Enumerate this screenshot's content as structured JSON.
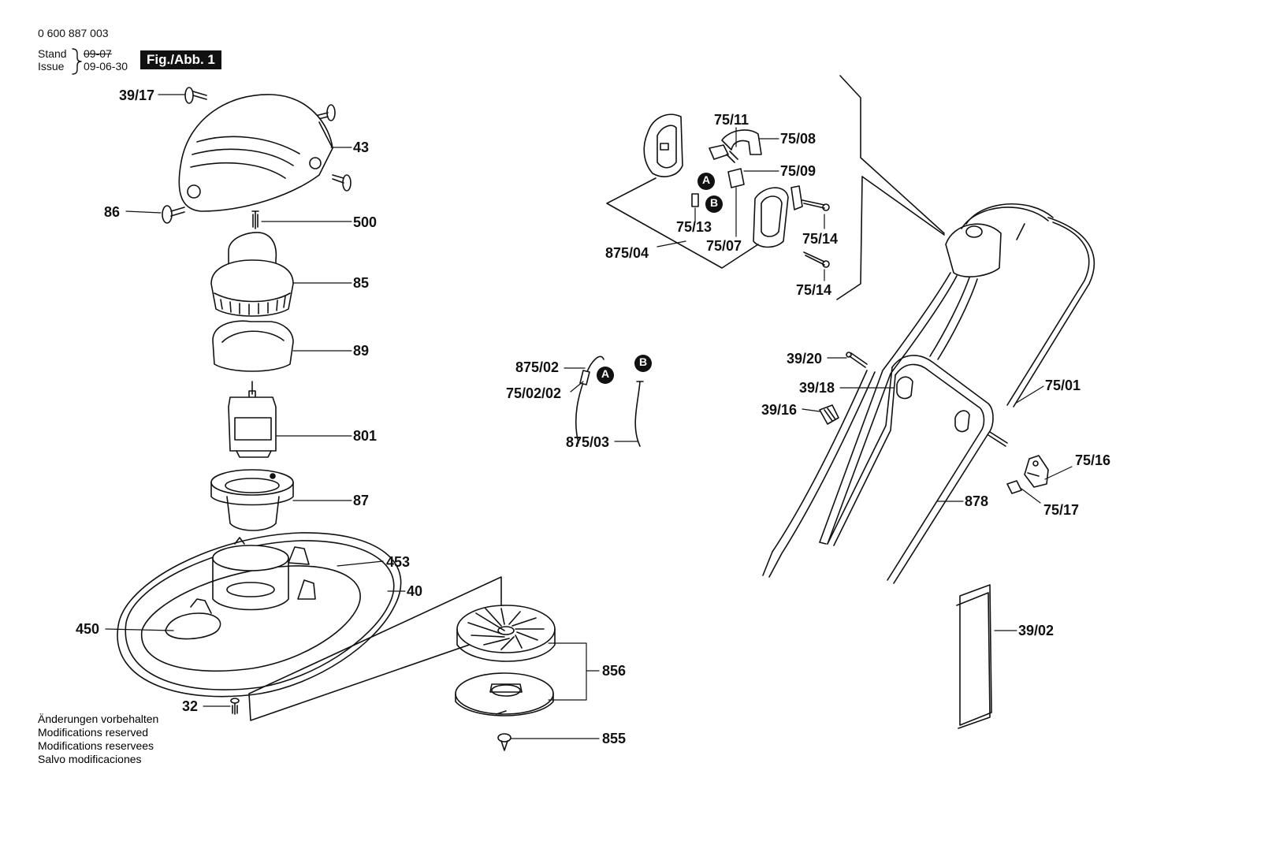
{
  "header": {
    "doc_number": "0 600 887 003",
    "stand_label": "Stand",
    "issue_label": "Issue",
    "stand_date": "09-07",
    "issue_date": "09-06-30",
    "figure_label": "Fig./Abb. 1"
  },
  "parts": {
    "p39_17": "39/17",
    "p43": "43",
    "p86": "86",
    "p500": "500",
    "p85": "85",
    "p89": "89",
    "p801": "801",
    "p87": "87",
    "p453": "453",
    "p40": "40",
    "p450": "450",
    "p32": "32",
    "p856": "856",
    "p855": "855",
    "p75_11": "75/11",
    "p75_08": "75/08",
    "p75_09": "75/09",
    "p75_13": "75/13",
    "p75_07": "75/07",
    "p875_04": "875/04",
    "p75_14a": "75/14",
    "p75_14b": "75/14",
    "p875_02": "875/02",
    "p75_02_02": "75/02/02",
    "p875_03": "875/03",
    "p39_20": "39/20",
    "p39_18": "39/18",
    "p39_16": "39/16",
    "p75_01": "75/01",
    "p75_16": "75/16",
    "p75_17": "75/17",
    "p878": "878",
    "p39_02": "39/02"
  },
  "markers": {
    "a": "A",
    "b": "B"
  },
  "disclaimer": [
    "Änderungen vorbehalten",
    "Modifications reserved",
    "Modifications reservees",
    "Salvo modificaciones"
  ]
}
